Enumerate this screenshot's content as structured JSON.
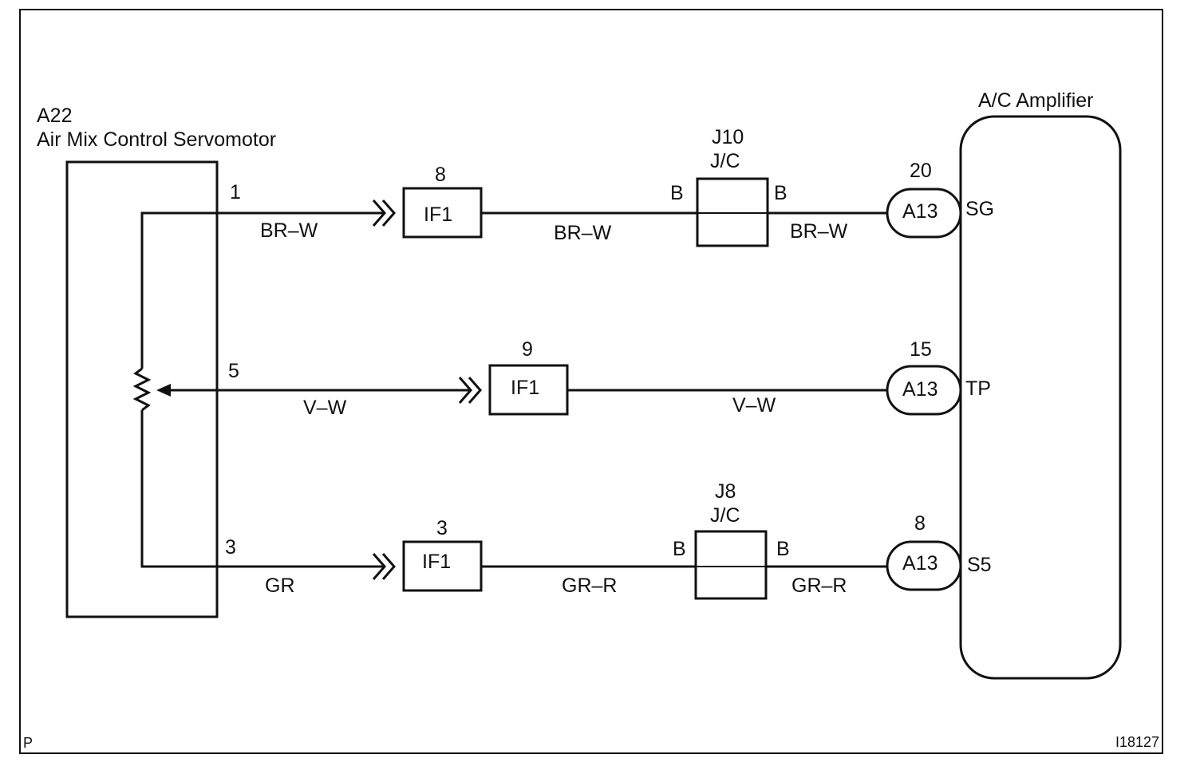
{
  "servomotor": {
    "code": "A22",
    "name": "Air Mix Control Servomotor",
    "pins": {
      "top": "1",
      "middle": "5",
      "bottom": "3"
    }
  },
  "amplifier": {
    "name": "A/C Amplifier"
  },
  "connectors": {
    "if1_top": {
      "pin": "8",
      "name": "IF1"
    },
    "if1_mid": {
      "pin": "9",
      "name": "IF1"
    },
    "if1_bot": {
      "pin": "3",
      "name": "IF1"
    }
  },
  "junctions": {
    "j10": {
      "code": "J10",
      "type": "J/C",
      "left": "B",
      "right": "B"
    },
    "j8": {
      "code": "J8",
      "type": "J/C",
      "left": "B",
      "right": "B"
    }
  },
  "amp_connectors": {
    "top": {
      "pin": "20",
      "name": "A13",
      "terminal": "SG"
    },
    "mid": {
      "pin": "15",
      "name": "A13",
      "terminal": "TP"
    },
    "bot": {
      "pin": "8",
      "name": "A13",
      "terminal": "S5"
    }
  },
  "wires": {
    "top": [
      "BR–W",
      "BR–W",
      "BR–W"
    ],
    "mid": [
      "V–W",
      "V–W"
    ],
    "bot": [
      "GR",
      "GR–R",
      "GR–R"
    ]
  },
  "footer": {
    "left": "P",
    "right": "I18127"
  }
}
